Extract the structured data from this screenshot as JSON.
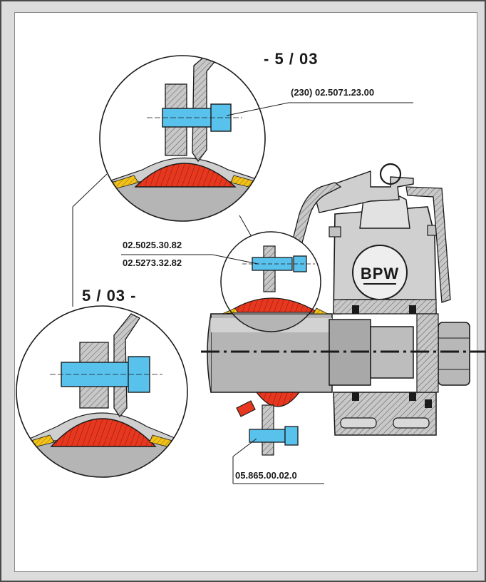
{
  "labels": {
    "version_top": "- 5 / 03",
    "version_left": "5 / 03 -",
    "part_top": "(230)  02.5071.23.00",
    "part_mid_1": "02.5025.30.82",
    "part_mid_2": "02.5273.32.82",
    "part_bottom": "05.865.00.02.0",
    "logo": "BPW"
  },
  "colors": {
    "bolt": "#59c2ec",
    "bearing_rubber": "#e8371f",
    "sealing_yellow": "#f2c21a",
    "metal_gray": "#9a9a9a",
    "light_gray": "#cfcfcf",
    "outline": "#1a1a1a"
  }
}
